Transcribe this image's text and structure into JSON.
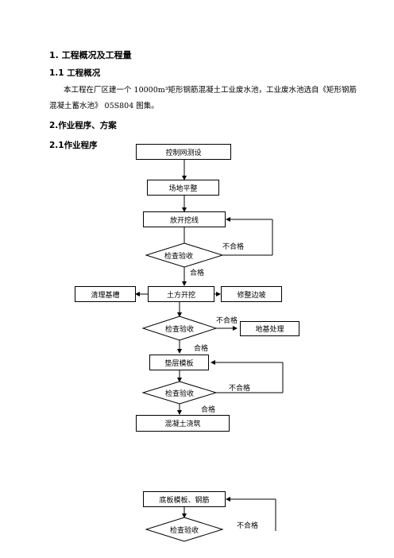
{
  "heading_1": "1.  工程概况及工程量",
  "heading_1_1": "1.1  工程概况",
  "overview": {
    "line1": "本工程在厂区建一个 10000m³矩形钢筋混凝土工业废水池，工业废水池选自《矩形钢筋",
    "line2": "混凝土蓄水池》 05S804 图集。"
  },
  "heading_2": "2.作业程序、方案",
  "heading_2_1": "2.1作业程序",
  "flowchart": {
    "step_survey": "控制网测设",
    "step_level": "场地平整",
    "step_setout": "放开挖线",
    "check_1": "检查验收",
    "step_excavate": "土方开挖",
    "step_clean": "清理基槽",
    "step_slope": "修整边坡",
    "check_2": "检查验收",
    "step_foundation": "地基处理",
    "step_formwork": "垫层模板",
    "check_3": "检查验收",
    "step_concrete": "混凝土浇筑",
    "step_slab": "底板模板、钢筋",
    "check_4": "检查验收",
    "pass_label": "合格",
    "fail_label": "不合格"
  }
}
